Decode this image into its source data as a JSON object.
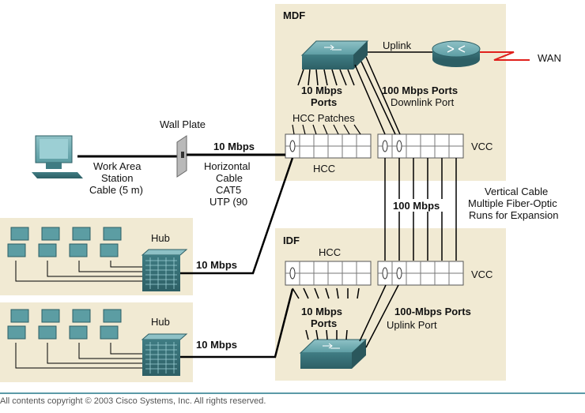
{
  "labels": {
    "mdf": "MDF",
    "idf": "IDF",
    "uplink": "Uplink",
    "wan": "WAN",
    "mdf_ports_l1": "10 Mbps",
    "mdf_ports_l2": "Ports",
    "mdf_100_l1": "100 Mbps Ports",
    "mdf_100_l2": "Downlink Port",
    "hcc_patches": "HCC Patches",
    "wall_plate": "Wall Plate",
    "ten_mbps_top": "10 Mbps",
    "vcc_top": "VCC",
    "hcc_top": "HCC",
    "work_area_l1": "Work Area",
    "work_area_l2": "Station",
    "work_area_l3": "Cable (5 m)",
    "horiz_l1": "Horizontal",
    "horiz_l2": "Cable",
    "horiz_l3": "CAT5",
    "horiz_l4": "UTP (90",
    "vertical_l1": "Vertical Cable",
    "vertical_l2": "Multiple Fiber-Optic",
    "vertical_l3": "Runs for Expansion",
    "hundred_mbps": "100 Mbps",
    "hub1": "Hub",
    "hub2": "Hub",
    "ten_mbps_hub1": "10 Mbps",
    "ten_mbps_hub2": "10 Mbps",
    "hcc_idf": "HCC",
    "vcc_idf": "VCC",
    "idf_ports_l1": "10 Mbps",
    "idf_ports_l2": "Ports",
    "idf_100_l1": "100-Mbps Ports",
    "idf_100_l2": "Uplink Port"
  },
  "footer": "All contents copyright © 2003 Cisco Systems, Inc. All rights reserved.",
  "colors": {
    "panel": "#f1ead3",
    "device": "#4f8f96",
    "wan_bolt": "#e0201c"
  }
}
